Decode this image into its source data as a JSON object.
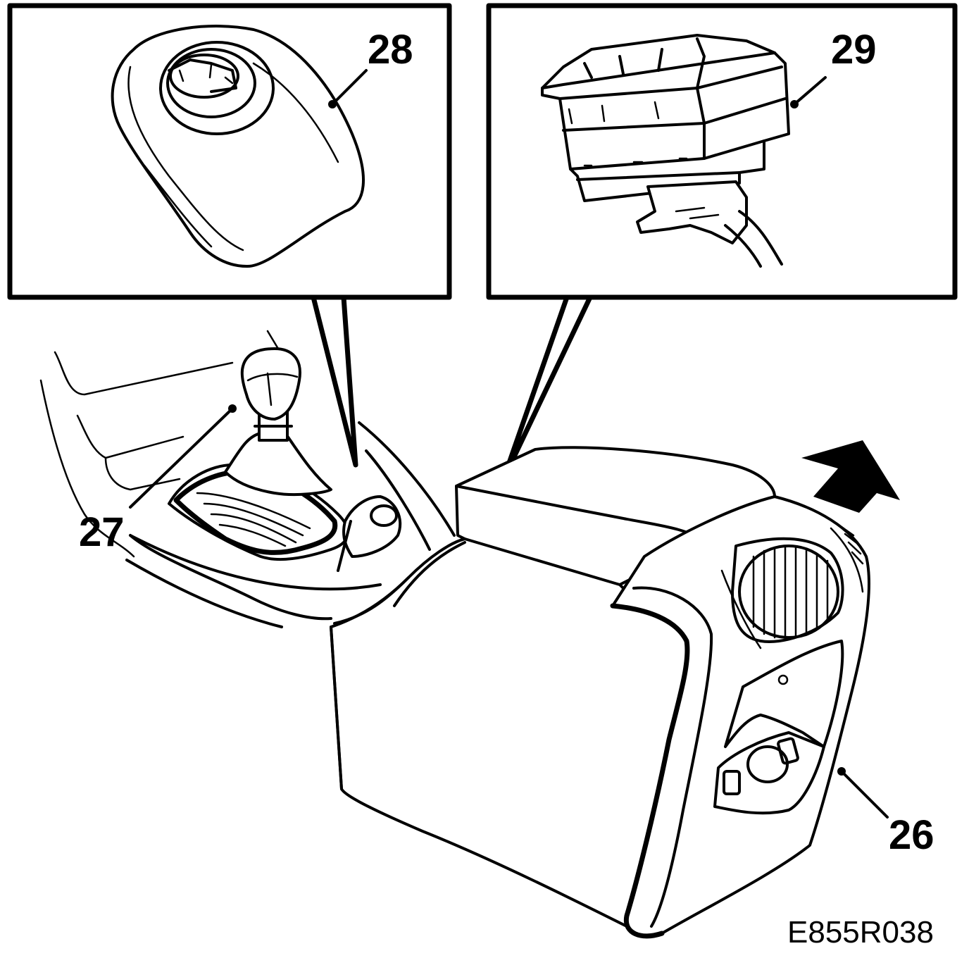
{
  "figure": {
    "reference_code": "E855R038",
    "callouts": [
      {
        "id": "26",
        "label": "26"
      },
      {
        "id": "27",
        "label": "27"
      },
      {
        "id": "28",
        "label": "28"
      },
      {
        "id": "29",
        "label": "29"
      }
    ]
  },
  "colors": {
    "line": "#000000",
    "background": "#ffffff"
  }
}
